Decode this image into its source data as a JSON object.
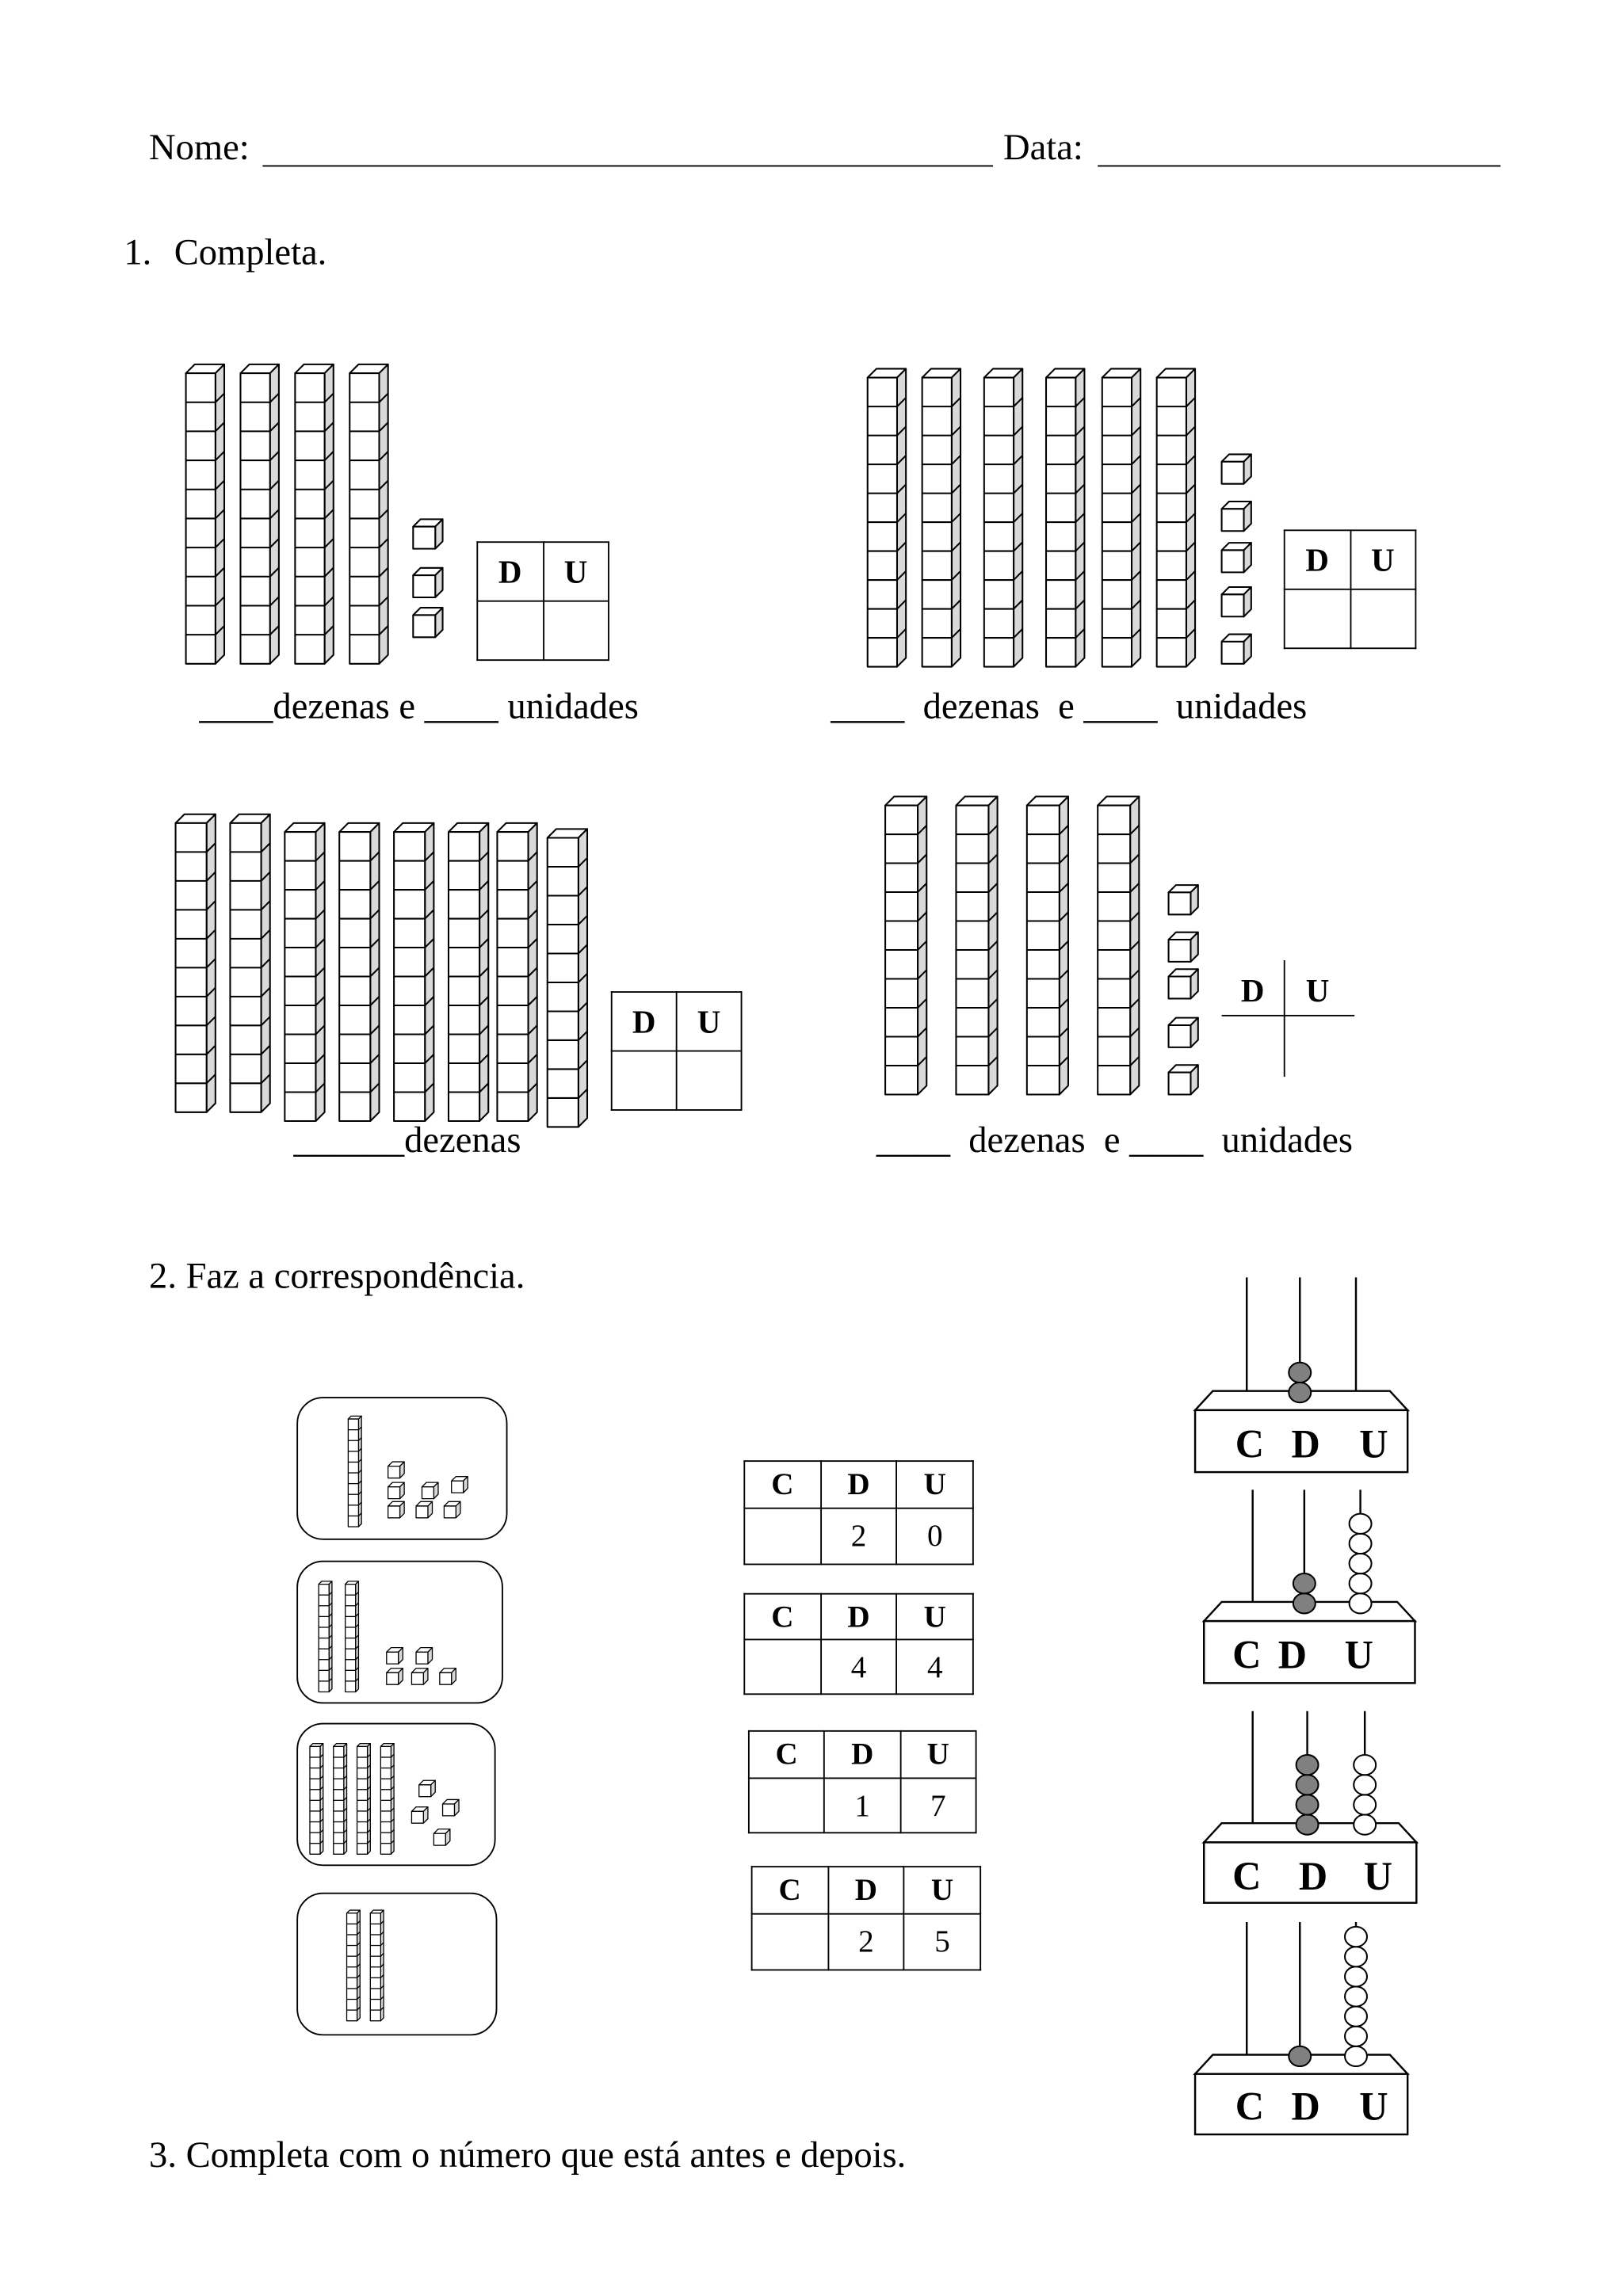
{
  "header": {
    "name_label": "Nome:",
    "date_label": "Data:"
  },
  "colors": {
    "ten_bead": "#808080",
    "unit_bead": "#ffffff",
    "block_side": "#d9d9d9"
  },
  "exercise1": {
    "number": "1.",
    "title": "Completa.",
    "groups": [
      {
        "tens": 4,
        "units": 3,
        "headers": [
          "D",
          "U"
        ],
        "caption": "____dezenas e ____ unidades"
      },
      {
        "tens": 6,
        "units": 5,
        "headers": [
          "D",
          "U"
        ],
        "caption": "____  dezenas  e ____  unidades"
      },
      {
        "tens": 8,
        "units": 0,
        "headers": [
          "D",
          "U"
        ],
        "caption": "______dezenas"
      },
      {
        "tens": 4,
        "units": 5,
        "headers": [
          "D",
          "U"
        ],
        "caption": "____  dezenas  e ____  unidades"
      }
    ]
  },
  "exercise2": {
    "title": "2. Faz a correspondência.",
    "blocks": [
      {
        "tens": 1,
        "units": 7
      },
      {
        "tens": 2,
        "units": 5
      },
      {
        "tens": 4,
        "units": 4
      },
      {
        "tens": 2,
        "units": 0
      }
    ],
    "tables": [
      {
        "headers": [
          "C",
          "D",
          "U"
        ],
        "d": "2",
        "u": "0"
      },
      {
        "headers": [
          "C",
          "D",
          "U"
        ],
        "d": "4",
        "u": "4"
      },
      {
        "headers": [
          "C",
          "D",
          "U"
        ],
        "d": "1",
        "u": "7"
      },
      {
        "headers": [
          "C",
          "D",
          "U"
        ],
        "d": "2",
        "u": "5"
      }
    ],
    "abacuses": [
      {
        "labels": [
          "C",
          "D",
          "U"
        ],
        "beads": {
          "c": 0,
          "d": 2,
          "u": 0
        }
      },
      {
        "labels": [
          "C",
          "D",
          "U"
        ],
        "beads": {
          "c": 0,
          "d": 2,
          "u": 5
        }
      },
      {
        "labels": [
          "C",
          "D",
          "U"
        ],
        "beads": {
          "c": 0,
          "d": 4,
          "u": 4
        }
      },
      {
        "labels": [
          "C",
          "D",
          "U"
        ],
        "beads": {
          "c": 0,
          "d": 1,
          "u": 7
        }
      }
    ]
  },
  "exercise3": {
    "title": "3. Completa com o número que está antes e depois."
  }
}
